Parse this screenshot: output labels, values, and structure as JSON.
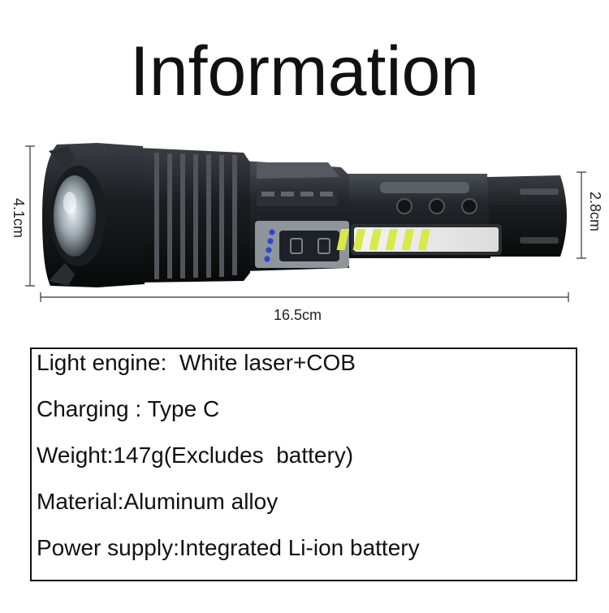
{
  "title": "Information",
  "dimensions": {
    "height": "4.1cm",
    "tail_diameter": "2.8cm",
    "length": "16.5cm"
  },
  "specs": [
    "Light engine:  White laser+COB",
    "Charging : Type C",
    "Weight:147g(Excludes  battery)",
    "Material:Aluminum alloy",
    "Power supply:Integrated Li-ion battery"
  ]
}
